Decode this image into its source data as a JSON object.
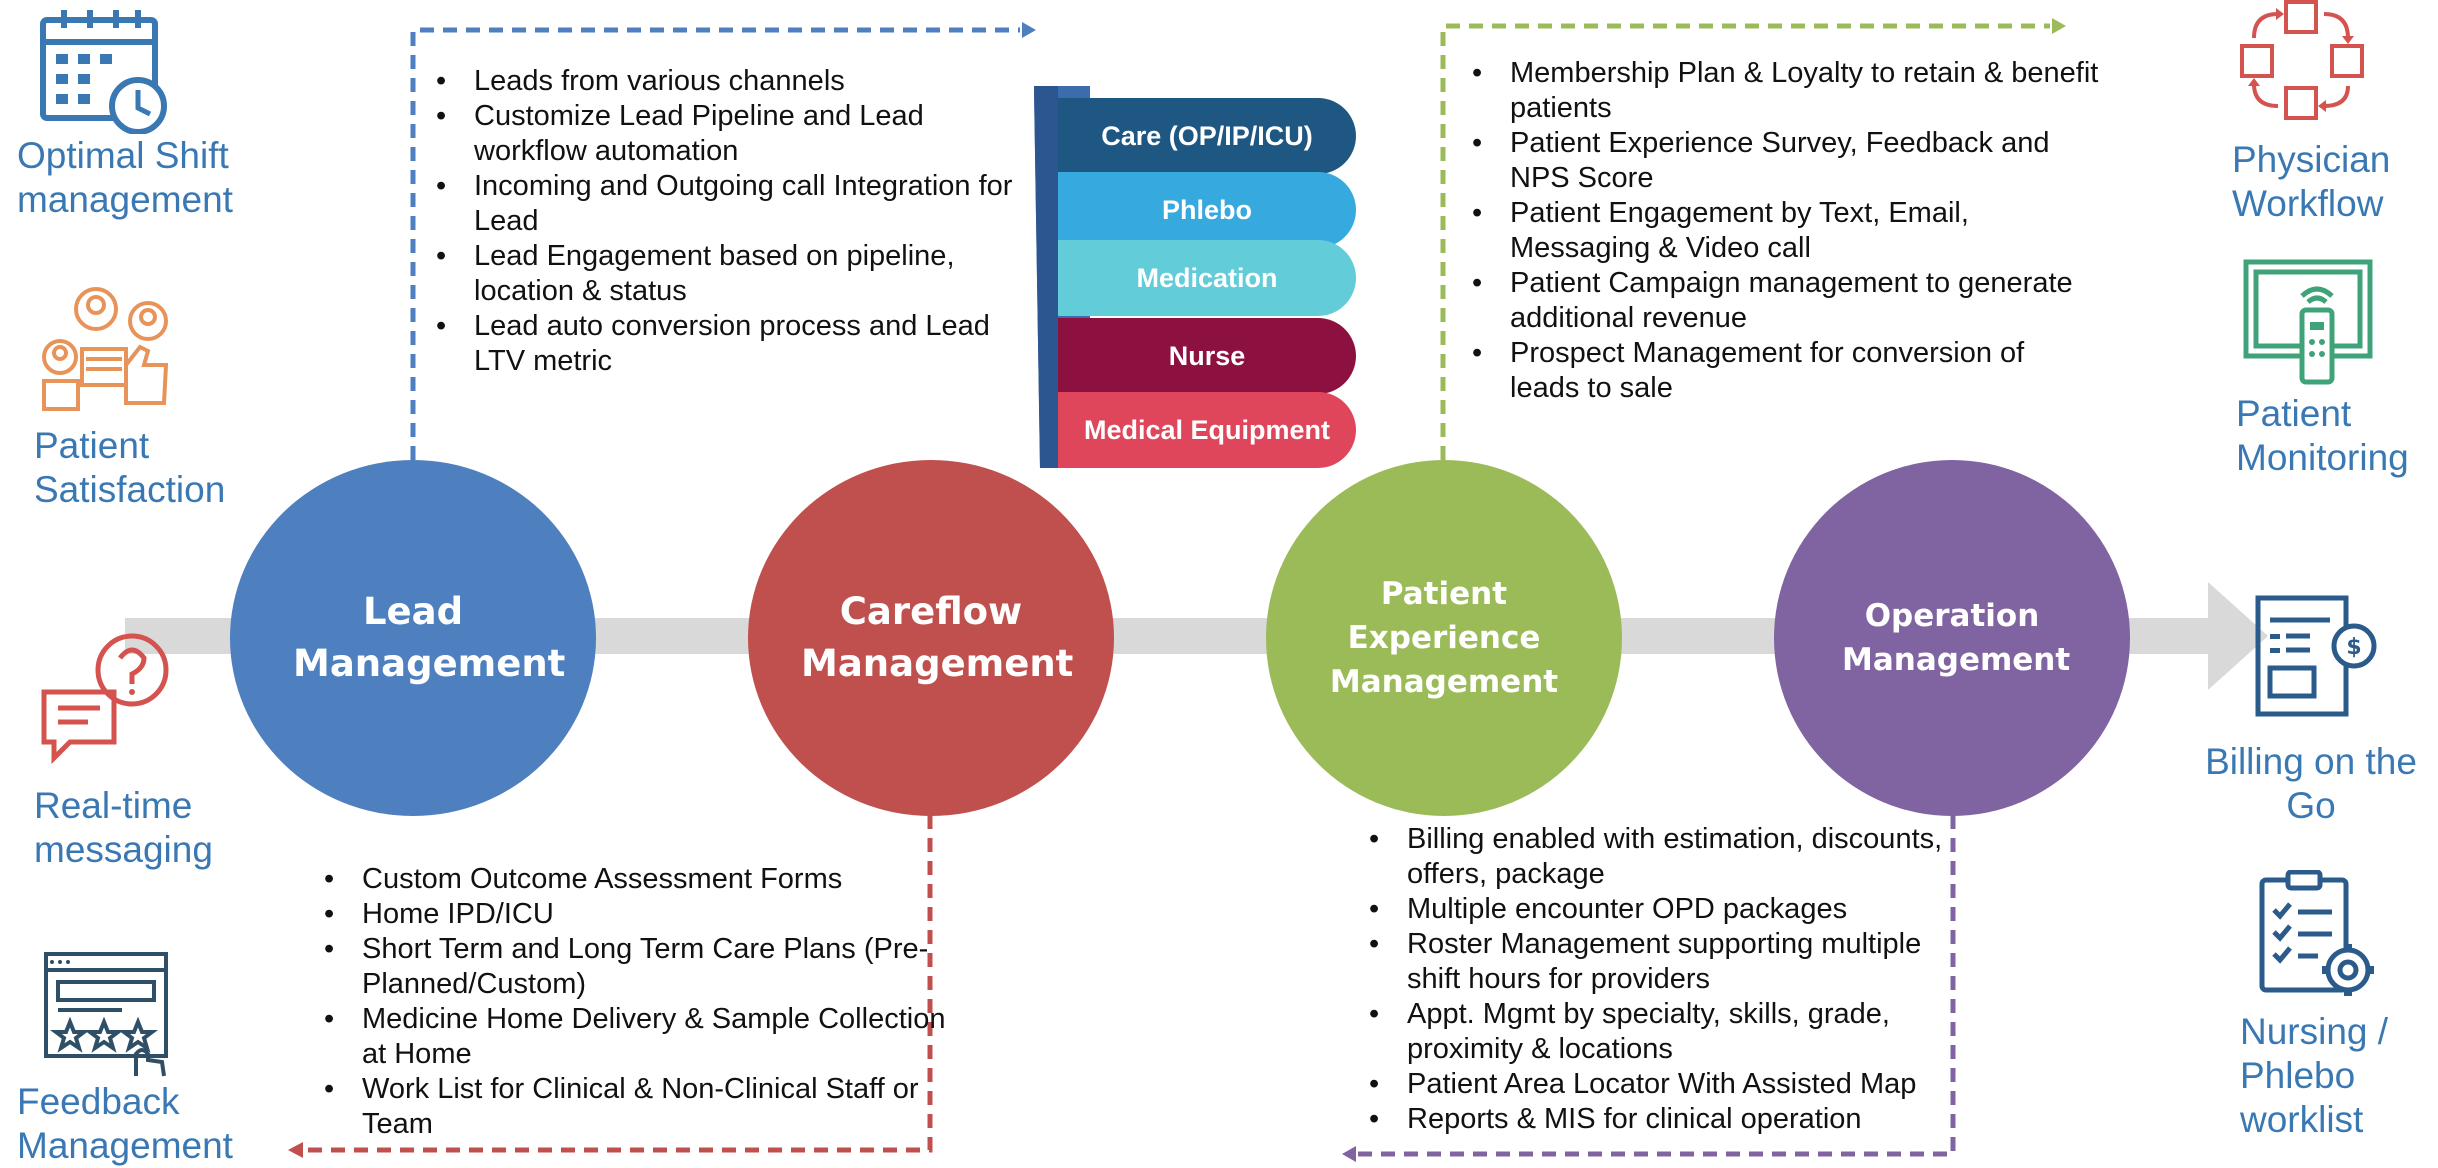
{
  "left_features": [
    {
      "label": "Optimal Shift management",
      "icon": "calendar-clock-icon"
    },
    {
      "label": "Patient Satisfaction",
      "icon": "people-thumbs-up-icon"
    },
    {
      "label": "Real-time messaging",
      "icon": "chat-question-icon"
    },
    {
      "label": "Feedback Management",
      "icon": "rating-form-icon"
    }
  ],
  "right_features": [
    {
      "label": "Physician Workflow",
      "icon": "workflow-cycle-icon"
    },
    {
      "label": "Patient Monitoring",
      "icon": "remote-monitor-icon"
    },
    {
      "label": "Billing on the Go",
      "icon": "invoice-dollar-icon"
    },
    {
      "label": "Nursing / Phlebo worklist",
      "icon": "checklist-gear-icon"
    }
  ],
  "stages": [
    {
      "title": "Lead Management",
      "color": "#4e7fbf"
    },
    {
      "title": "Careflow Management",
      "color": "#c0504d"
    },
    {
      "title": "Patient Experience Management",
      "color": "#9bbb59"
    },
    {
      "title": "Operation Management",
      "color": "#8064a2"
    }
  ],
  "lead_points": [
    "Leads from various channels",
    "Customize Lead Pipeline and Lead workflow automation",
    "Incoming and Outgoing call Integration for Lead",
    "Lead Engagement based on pipeline, location & status",
    "Lead auto conversion process and Lead LTV metric"
  ],
  "careflow_points": [
    "Custom Outcome Assessment Forms",
    "Home IPD/ICU",
    "Short Term and Long Term Care Plans (Pre-Planned/Custom)",
    "Medicine Home Delivery & Sample Collection at Home",
    "Work List for Clinical & Non-Clinical Staff or Team"
  ],
  "experience_points": [
    "Membership Plan & Loyalty to retain & benefit patients",
    "Patient Experience Survey, Feedback and NPS Score",
    "Patient Engagement by Text, Email, Messaging & Video call",
    "Patient Campaign management to generate additional revenue",
    "Prospect Management for conversion of leads to sale"
  ],
  "operation_points": [
    "Billing enabled with estimation, discounts, offers, package",
    "Multiple encounter OPD packages",
    "Roster Management supporting multiple shift hours for providers",
    "Appt. Mgmt by specialty, skills, grade, proximity & locations",
    "Patient Area Locator With Assisted Map",
    "Reports & MIS for clinical operation"
  ],
  "care_tabs": [
    {
      "label": "Care (OP/IP/ICU)",
      "color": "#1f5783"
    },
    {
      "label": "Phlebo",
      "color": "#36a9de"
    },
    {
      "label": "Medication",
      "color": "#62ccd9"
    },
    {
      "label": "Nurse",
      "color": "#8d1140"
    },
    {
      "label": "Medical Equipment",
      "color": "#e0465b"
    }
  ],
  "colors": {
    "icon_blue": "#3a78b3",
    "icon_orange": "#e8935a",
    "icon_red": "#d4534f",
    "icon_green": "#3fa37a",
    "arrow_grey": "#d9d9d9"
  }
}
